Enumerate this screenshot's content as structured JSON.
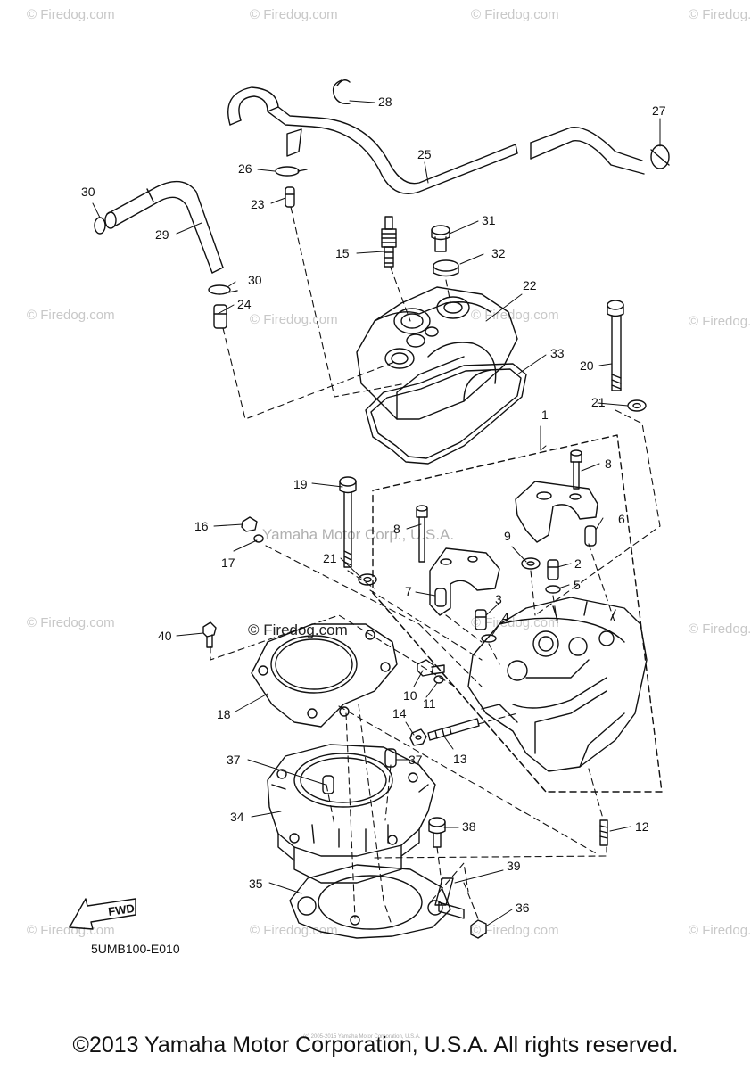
{
  "watermark": "© Firedog.com",
  "watermark_overlay": "Yamaha Motor Corp., U.S.A.",
  "watermark_overlay_2": "© Firedog.com",
  "fwd_label": "FWD",
  "diagram_code": "5UMB100-E010",
  "copyright": "©2013 Yamaha Motor Corporation, U.S.A. All rights reserved.",
  "tiny_print": "(c) 2005-2015 Yamaha Motor Corporation, U.S.A.",
  "callouts": [
    {
      "id": "1",
      "label": "1"
    },
    {
      "id": "2",
      "label": "2"
    },
    {
      "id": "3",
      "label": "3"
    },
    {
      "id": "4",
      "label": "4"
    },
    {
      "id": "5",
      "label": "5"
    },
    {
      "id": "6",
      "label": "6"
    },
    {
      "id": "7",
      "label": "7"
    },
    {
      "id": "8a",
      "label": "8"
    },
    {
      "id": "8b",
      "label": "8"
    },
    {
      "id": "9",
      "label": "9"
    },
    {
      "id": "10",
      "label": "10"
    },
    {
      "id": "11",
      "label": "11"
    },
    {
      "id": "12",
      "label": "12"
    },
    {
      "id": "13",
      "label": "13"
    },
    {
      "id": "14",
      "label": "14"
    },
    {
      "id": "15",
      "label": "15"
    },
    {
      "id": "16",
      "label": "16"
    },
    {
      "id": "17",
      "label": "17"
    },
    {
      "id": "18",
      "label": "18"
    },
    {
      "id": "19",
      "label": "19"
    },
    {
      "id": "20",
      "label": "20"
    },
    {
      "id": "21a",
      "label": "21"
    },
    {
      "id": "21b",
      "label": "21"
    },
    {
      "id": "22",
      "label": "22"
    },
    {
      "id": "23",
      "label": "23"
    },
    {
      "id": "24",
      "label": "24"
    },
    {
      "id": "25",
      "label": "25"
    },
    {
      "id": "26",
      "label": "26"
    },
    {
      "id": "27",
      "label": "27"
    },
    {
      "id": "28",
      "label": "28"
    },
    {
      "id": "29",
      "label": "29"
    },
    {
      "id": "30a",
      "label": "30"
    },
    {
      "id": "30b",
      "label": "30"
    },
    {
      "id": "31",
      "label": "31"
    },
    {
      "id": "32",
      "label": "32"
    },
    {
      "id": "33",
      "label": "33"
    },
    {
      "id": "34",
      "label": "34"
    },
    {
      "id": "35",
      "label": "35"
    },
    {
      "id": "36",
      "label": "36"
    },
    {
      "id": "37a",
      "label": "37"
    },
    {
      "id": "37b",
      "label": "37"
    },
    {
      "id": "38",
      "label": "38"
    },
    {
      "id": "39",
      "label": "39"
    },
    {
      "id": "40",
      "label": "40"
    }
  ]
}
